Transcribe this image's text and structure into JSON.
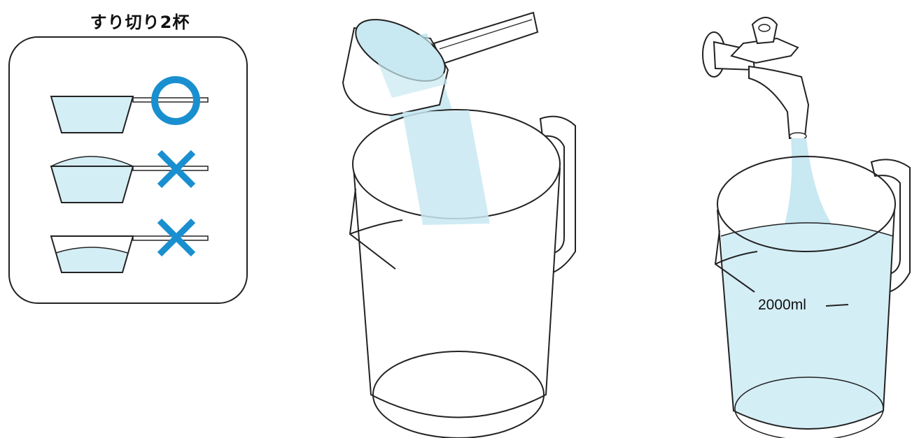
{
  "title": "すり切り2杯",
  "measure_label": "2000ml",
  "colors": {
    "water": "#d4eef6",
    "water_stream": "#c8e8f2",
    "accent": "#1a8fd0",
    "line": "#222222"
  },
  "scoop_examples": [
    {
      "fill": "level",
      "mark": "circle-icon"
    },
    {
      "fill": "heaped",
      "mark": "cross-icon"
    },
    {
      "fill": "under",
      "mark": "cross-icon"
    }
  ]
}
